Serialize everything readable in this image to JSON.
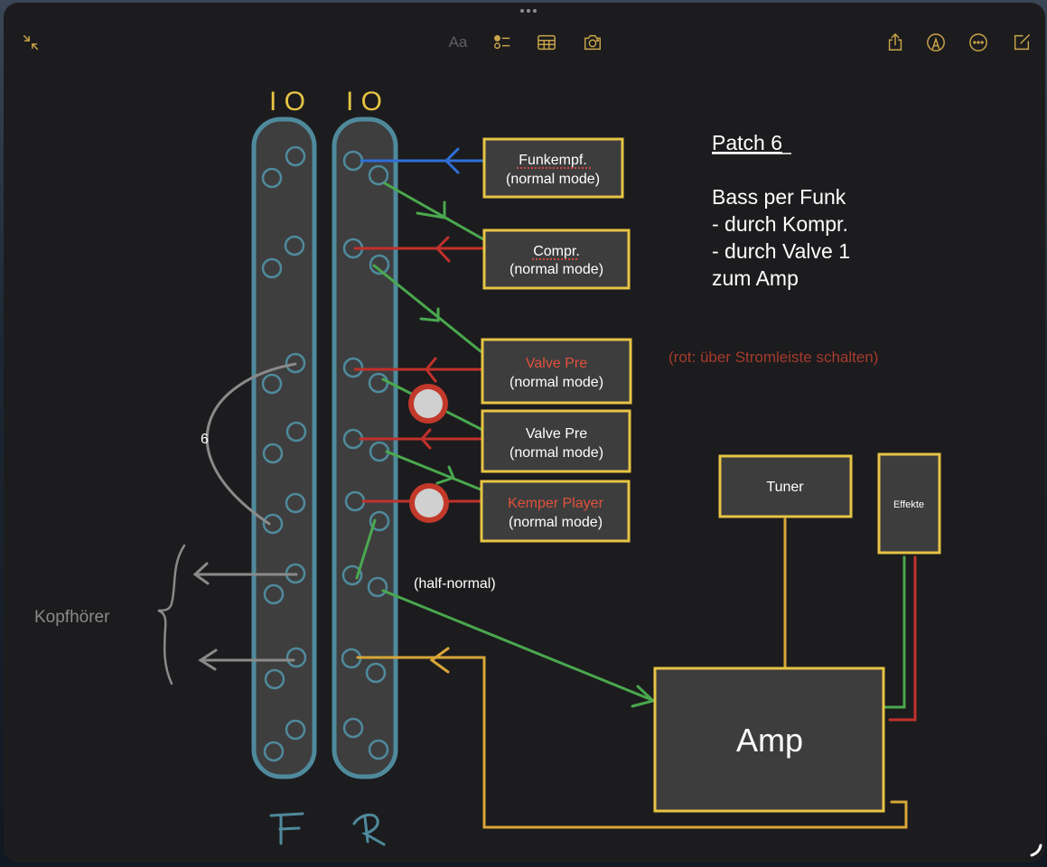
{
  "app": "Notes",
  "toolbar": {
    "left": [
      {
        "icon": "collapse-arrows-icon"
      }
    ],
    "center": [
      {
        "icon": "text-format-icon",
        "label": "Aa"
      },
      {
        "icon": "checklist-icon"
      },
      {
        "icon": "table-icon"
      },
      {
        "icon": "camera-icon"
      }
    ],
    "right": [
      {
        "icon": "share-icon"
      },
      {
        "icon": "markup-pen-icon"
      },
      {
        "icon": "more-ellipsis-icon"
      },
      {
        "icon": "compose-icon"
      }
    ]
  },
  "colors": {
    "accent": "#c9a449",
    "box_border": "#e6c444",
    "patchbay": "#4f8a9c",
    "cable_blue": "#2f6fd8",
    "cable_green": "#4aa84e",
    "cable_red": "#c2302b",
    "cable_gray": "#8a8a8a",
    "cable_yellow": "#d8a637",
    "note_red": "#a63a2c",
    "device_red_text": "#e0523a"
  },
  "patchbay": {
    "column_headers": [
      "I O",
      "I O"
    ],
    "column_labels": [
      "F",
      "R"
    ]
  },
  "devices": [
    {
      "id": "funkempf",
      "name": "Funkempf.",
      "mode": "(normal mode)",
      "name_color": "white",
      "spellcheck": true
    },
    {
      "id": "compr",
      "name": "Compr.",
      "mode": "(normal mode)",
      "name_color": "white",
      "spellcheck": true
    },
    {
      "id": "valve-pre-1",
      "name": "Valve Pre",
      "mode": "(normal mode)",
      "name_color": "red"
    },
    {
      "id": "valve-pre-2",
      "name": "Valve Pre",
      "mode": "(normal mode)",
      "name_color": "white"
    },
    {
      "id": "kemper",
      "name": "Kemper Player",
      "mode": "(normal mode)",
      "name_color": "red"
    },
    {
      "id": "tuner",
      "name": "Tuner"
    },
    {
      "id": "effekte",
      "name": "Effekte"
    },
    {
      "id": "amp",
      "name": "Amp"
    }
  ],
  "notes": {
    "title": "Patch 6",
    "lines": [
      "Bass per Funk",
      "- durch Kompr.",
      "- durch Valve 1",
      "zum Amp"
    ],
    "red_note": "(rot: über Stromleiste schalten)",
    "half_normal": "(half-normal)",
    "loop_number": "6",
    "headphones": "Kopfhörer"
  }
}
